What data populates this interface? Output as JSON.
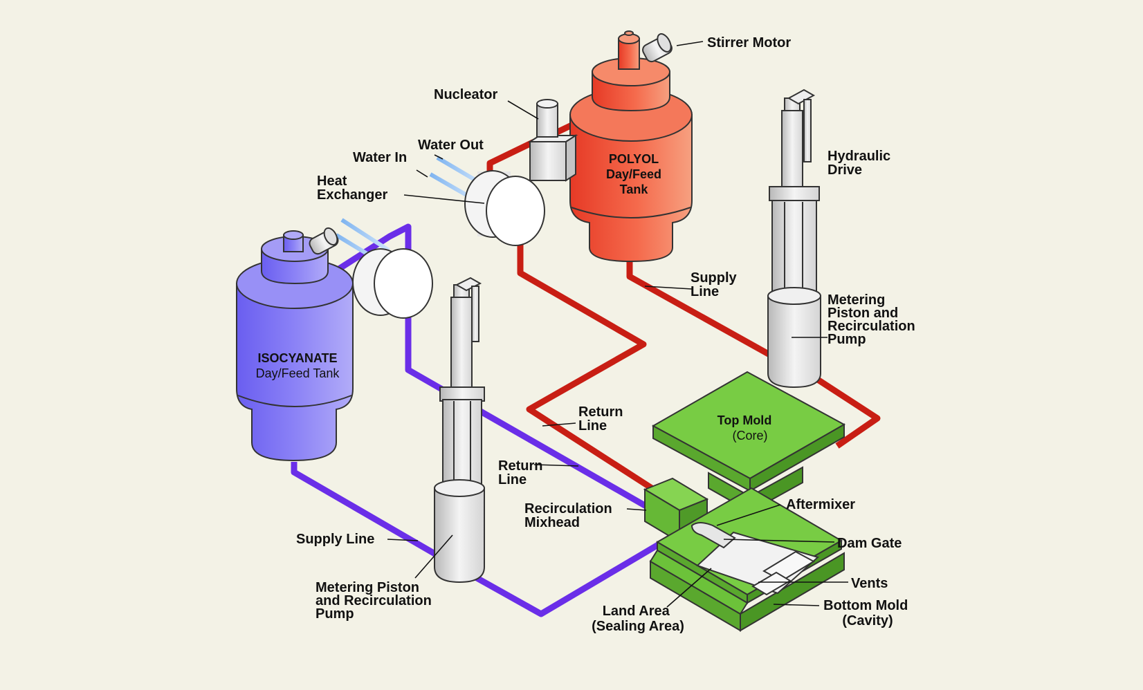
{
  "labels": {
    "stirrer_motor": "Stirrer Motor",
    "nucleator": "Nucleator",
    "water_out": "Water Out",
    "water_in": "Water In",
    "heat_exchanger": [
      "Heat",
      "Exchanger"
    ],
    "hydraulic_drive": [
      "Hydraulic",
      "Drive"
    ],
    "polyol_supply_line": [
      "Supply",
      "Line"
    ],
    "polyol_metering_pump": [
      "Metering",
      "Piston and",
      "Recirculation",
      "Pump"
    ],
    "polyol_return_line": [
      "Return",
      "Line"
    ],
    "iso_return_line": [
      "Return",
      "Line"
    ],
    "recirculation_mixhead": [
      "Recirculation",
      "Mixhead"
    ],
    "aftermixer": "Aftermixer",
    "dam_gate": "Dam Gate",
    "vents": "Vents",
    "bottom_mold": [
      "Bottom Mold",
      "(Cavity)"
    ],
    "land_area": [
      "Land Area",
      "(Sealing Area)"
    ],
    "iso_supply_line": "Supply Line",
    "iso_metering_pump": [
      "Metering Piston",
      "and Recirculation",
      "Pump"
    ]
  },
  "tanks": {
    "polyol": [
      "POLYOL",
      "Day/Feed",
      "Tank"
    ],
    "isocyanate": [
      "ISOCYANATE",
      "Day/Feed Tank"
    ]
  },
  "molds": {
    "top": [
      "Top Mold",
      "(Core)"
    ]
  },
  "colors": {
    "polyol": "#f0503a",
    "isocyanate": "#7a6cf0",
    "red_pipe": "#c81e14",
    "blue_pipe": "#6a2ee8",
    "mold": "#6cc23a",
    "background": "#f3f2e6"
  }
}
